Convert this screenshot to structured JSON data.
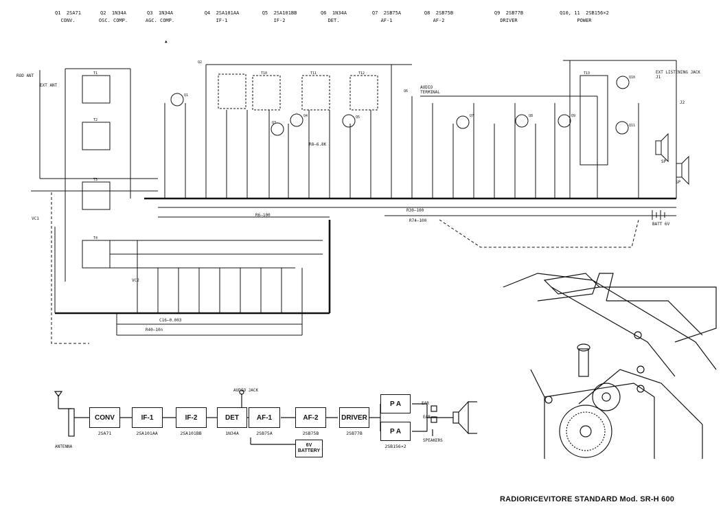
{
  "transistor_legend": [
    {
      "ref": "Q1",
      "part": "2SA71",
      "role": "CONV."
    },
    {
      "ref": "Q2",
      "part": "1N34A",
      "role": "OSC. COMP."
    },
    {
      "ref": "Q3",
      "part": "1N34A",
      "role": "AGC. COMP."
    },
    {
      "ref": "Q4",
      "part": "2SA101AA",
      "role": "IF-1"
    },
    {
      "ref": "Q5",
      "part": "2SA101BB",
      "role": "IF-2"
    },
    {
      "ref": "Q6",
      "part": "1N34A",
      "role": "DET."
    },
    {
      "ref": "Q7",
      "part": "2SB75A",
      "role": "AF-1"
    },
    {
      "ref": "Q8",
      "part": "2SB75B",
      "role": "AF-2"
    },
    {
      "ref": "Q9",
      "part": "2SB77B",
      "role": "DRIVER"
    },
    {
      "ref": "Q10, 11",
      "part": "2SB156×2",
      "role": "POWER"
    }
  ],
  "schematic_labels": {
    "rod_ant": "ROD ANT",
    "ext_ant": "EXT ANT",
    "audio_terminal": "AUDIO TERMINAL",
    "ext_listening_jack": "EXT LISTENING JACK J1",
    "j2": "J2",
    "batt": "BATT 6V",
    "sp1": "SP",
    "sp2": "SP",
    "r30": "R30—100",
    "r74": "R74—100",
    "r40": "R40—10n",
    "r8": "R8—6.8K",
    "r6": "R6—100",
    "c16": "C16—0.003",
    "vc1": "VC1",
    "vc2": "VC2"
  },
  "block_diagram": {
    "antenna_label": "ANTENNA",
    "audio_jack_label": "AUDIO JACK",
    "ear_label_1": "EAR",
    "ear_label_2": "EAR",
    "speakers_label": "SPEAKERS",
    "battery_label": "6V BATTERY",
    "stages": [
      {
        "name": "CONV",
        "part": "2SA71"
      },
      {
        "name": "IF-1",
        "part": "2SA101AA"
      },
      {
        "name": "IF-2",
        "part": "2SA101BB"
      },
      {
        "name": "DET",
        "part": "1N34A"
      },
      {
        "name": "AF-1",
        "part": "2SB75A"
      },
      {
        "name": "AF-2",
        "part": "2SB75B"
      },
      {
        "name": "DRIVER",
        "part": "2SB77B"
      }
    ],
    "pa_top": "P A",
    "pa_bottom": "P A",
    "pa_part": "2SB156×2"
  },
  "footer": {
    "title": "RADIORICEVITORE STANDARD Mod. SR-H 600"
  }
}
